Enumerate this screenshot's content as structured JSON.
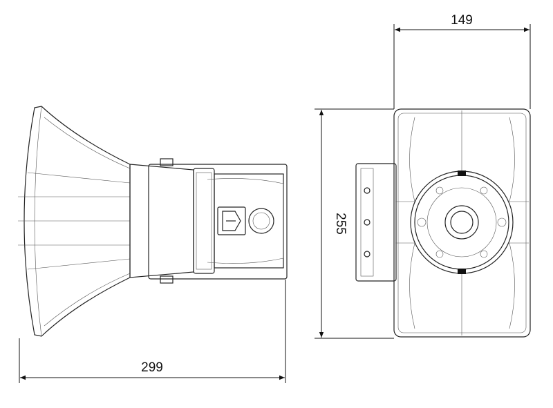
{
  "dimensions": {
    "overall_length": "299",
    "width": "149",
    "height": "255"
  },
  "colors": {
    "line": "#222222",
    "background": "#ffffff"
  }
}
